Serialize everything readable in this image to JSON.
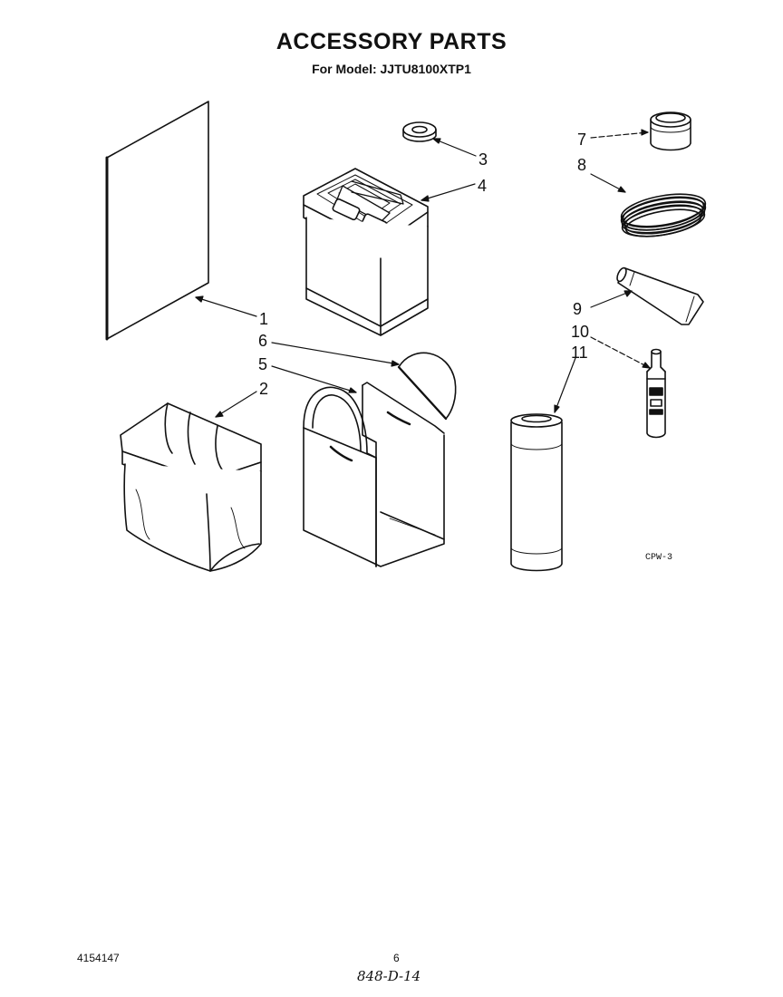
{
  "header": {
    "title": "ACCESSORY  PARTS",
    "subtitle": "For Model: JJTU8100XTP1"
  },
  "callouts": {
    "c1": "1",
    "c2": "2",
    "c3": "3",
    "c4": "4",
    "c5": "5",
    "c6": "6",
    "c7": "7",
    "c8": "8",
    "c9": "9",
    "c10": "10",
    "c11": "11"
  },
  "figure_code": "CPW-3",
  "footer": {
    "doc_number": "4154147",
    "page_number": "6",
    "handwritten_note": "848-D-14"
  }
}
